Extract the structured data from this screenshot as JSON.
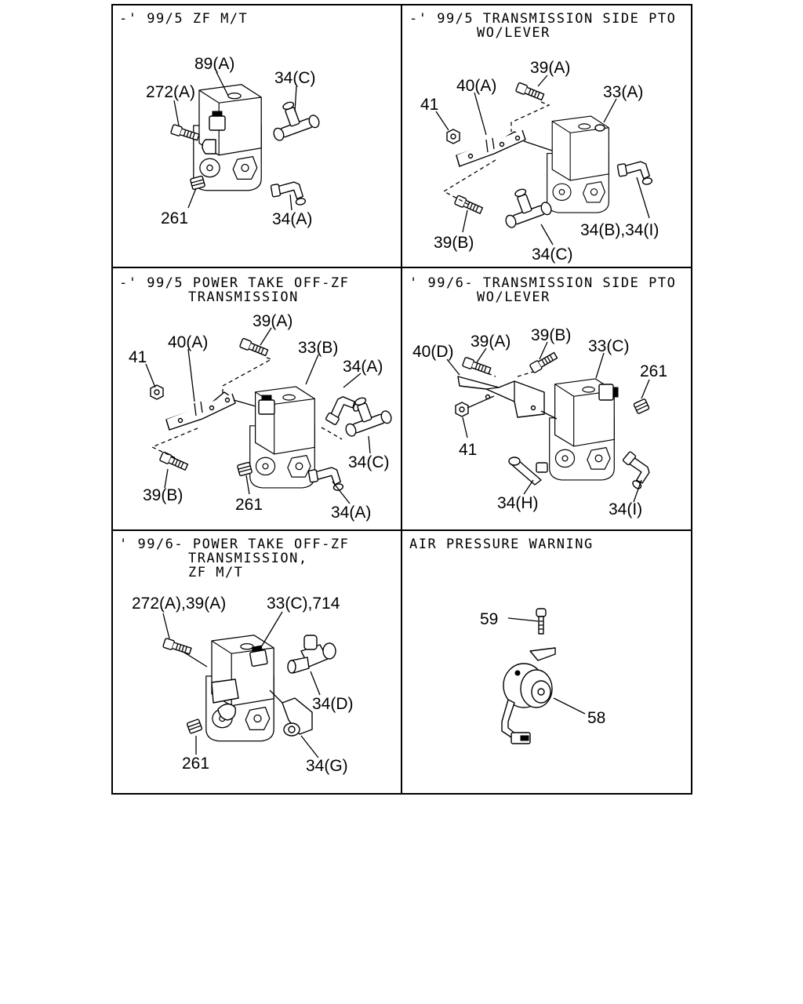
{
  "panels": [
    {
      "caption": [
        "-' 99/5 ZF M/T"
      ],
      "labels": [
        "89(A)",
        "272(A)",
        "34(C)",
        "261",
        "34(A)"
      ]
    },
    {
      "caption": [
        "-' 99/5 TRANSMISSION SIDE PTO",
        "WO/LEVER"
      ],
      "labels": [
        "39(A)",
        "40(A)",
        "41",
        "33(A)",
        "39(B)",
        "34(C)",
        "34(B),34(I)"
      ]
    },
    {
      "caption": [
        "-' 99/5 POWER TAKE OFF-ZF",
        "TRANSMISSION"
      ],
      "labels": [
        "39(A)",
        "41",
        "40(A)",
        "33(B)",
        "34(A)",
        "34(C)",
        "39(B)",
        "261",
        "34(A)"
      ]
    },
    {
      "caption": [
        "' 99/6- TRANSMISSION SIDE PTO",
        "WO/LEVER"
      ],
      "labels": [
        "40(D)",
        "39(A)",
        "39(B)",
        "33(C)",
        "261",
        "41",
        "34(H)",
        "34(I)"
      ]
    },
    {
      "caption": [
        "' 99/6- POWER TAKE OFF-ZF",
        "TRANSMISSION,",
        "ZF M/T"
      ],
      "labels": [
        "272(A),39(A)",
        "33(C),714",
        "34(D)",
        "261",
        "34(G)"
      ]
    },
    {
      "caption": [
        "AIR PRESSURE WARNING"
      ],
      "labels": [
        "59",
        "58"
      ]
    }
  ]
}
